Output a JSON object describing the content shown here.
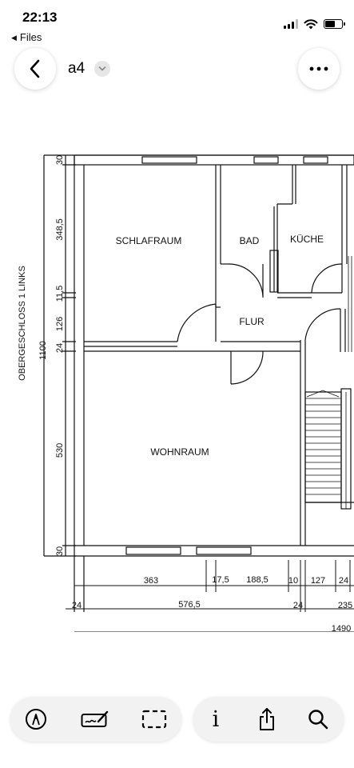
{
  "status_bar": {
    "time": "22:13",
    "back_app": "Files",
    "icons": [
      "signal-icon",
      "wifi-icon",
      "battery-icon"
    ]
  },
  "header": {
    "title": "a4",
    "back_icon": "chevron-left-icon",
    "title_menu_icon": "chevron-down-icon",
    "more_icon": "more-icon"
  },
  "floor_plan": {
    "rooms": {
      "schlafraum": "SCHLAFRAUM",
      "bad": "BAD",
      "kueche": "KÜCHE",
      "flur": "FLUR",
      "wohnraum": "WOHNRAUM"
    },
    "side_label": "OBERGESCHLOSS 1 LINKS",
    "total_height": "1100",
    "vertical_dims": {
      "top_wall": "30",
      "schlafraum_depth": "348,5",
      "d1": "11,5",
      "d2": "126",
      "d3": "24",
      "wohnraum_depth": "530",
      "bottom_wall": "30"
    },
    "horizontal_dims": {
      "h363": "363",
      "h17_5": "17,5",
      "h188_5": "188,5",
      "h10": "10",
      "h127": "127",
      "h24_right": "24",
      "h24_left": "24",
      "h576_5": "576,5",
      "h24_mid": "24",
      "h235": "235",
      "h1490": "1490"
    }
  },
  "toolbar": {
    "left_tools": [
      "markup-icon",
      "signature-icon",
      "selection-icon"
    ],
    "right_tools": [
      "info-icon",
      "share-icon",
      "search-icon"
    ],
    "info_glyph": "i"
  }
}
